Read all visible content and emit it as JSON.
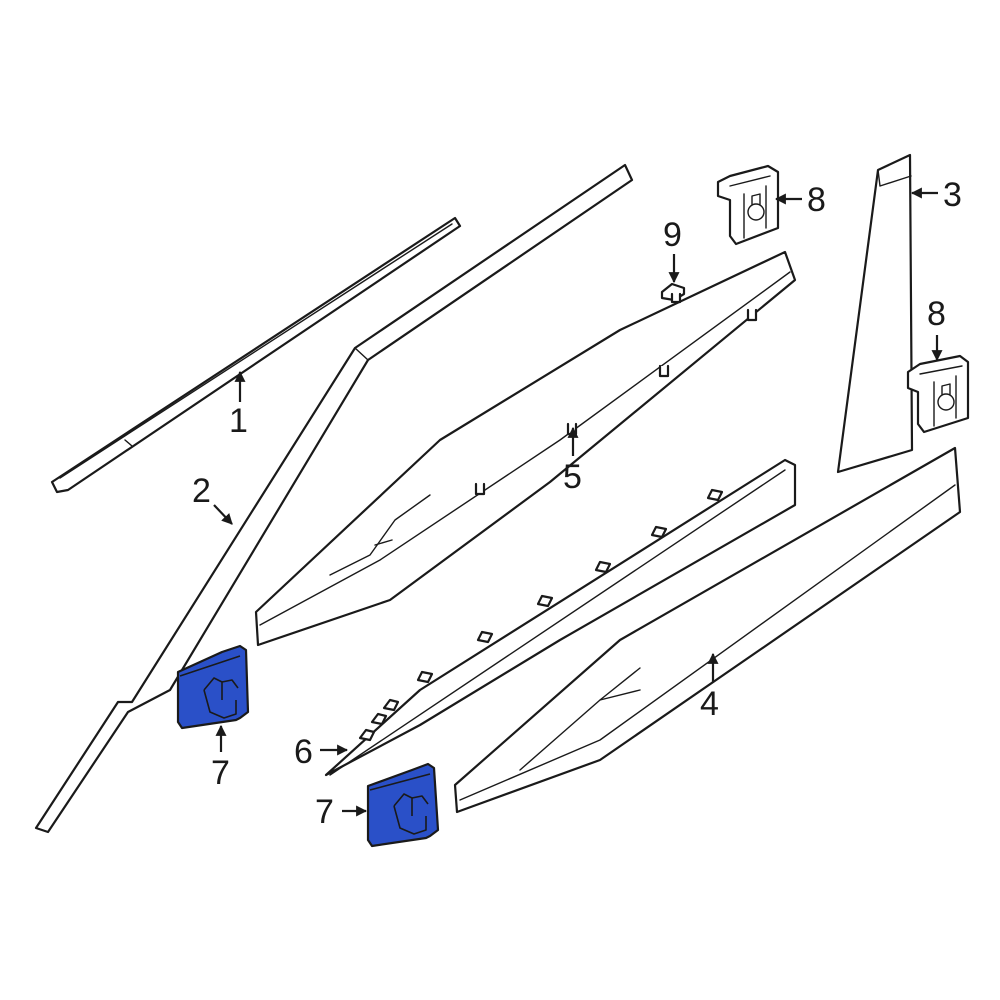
{
  "highlight_color": "#2a50c8",
  "callouts": [
    {
      "id": "1",
      "text": "1"
    },
    {
      "id": "2",
      "text": "2"
    },
    {
      "id": "3",
      "text": "3"
    },
    {
      "id": "4",
      "text": "4"
    },
    {
      "id": "5",
      "text": "5"
    },
    {
      "id": "6",
      "text": "6"
    },
    {
      "id": "7a",
      "text": "7"
    },
    {
      "id": "7b",
      "text": "7"
    },
    {
      "id": "8a",
      "text": "8"
    },
    {
      "id": "8b",
      "text": "8"
    },
    {
      "id": "9",
      "text": "9"
    }
  ]
}
